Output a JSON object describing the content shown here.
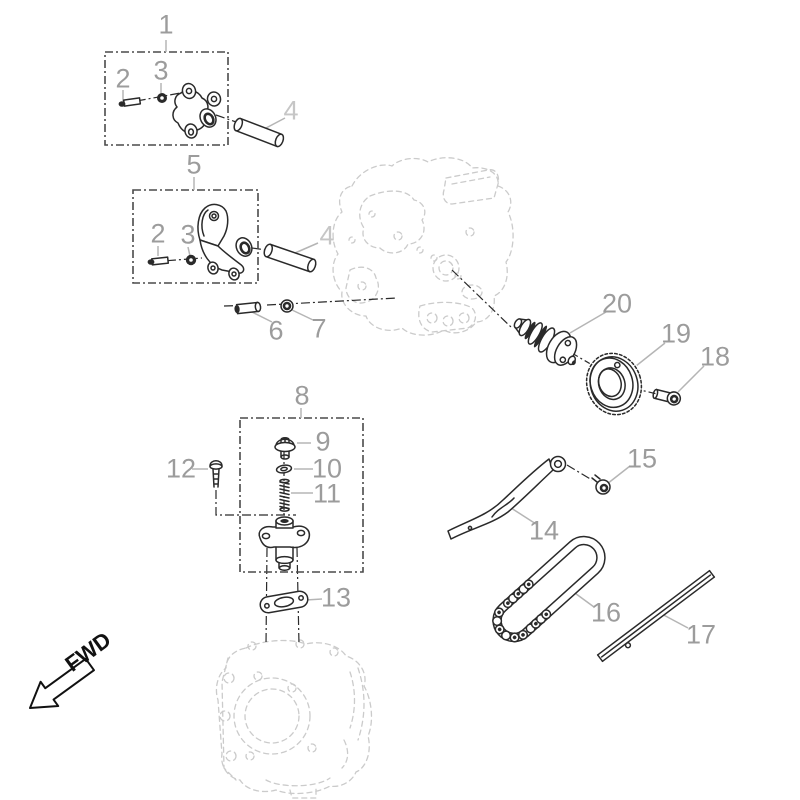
{
  "diagram": {
    "type": "exploded-parts-diagram",
    "fwd_label": "FWD",
    "callouts": {
      "n1": "1",
      "n2a": "2",
      "n3a": "3",
      "n4a": "4",
      "n5": "5",
      "n2b": "2",
      "n3b": "3",
      "n4b": "4",
      "n6": "6",
      "n7": "7",
      "n8": "8",
      "n9": "9",
      "n10": "10",
      "n11": "11",
      "n12": "12",
      "n13": "13",
      "n14": "14",
      "n15": "15",
      "n16": "16",
      "n17": "17",
      "n18": "18",
      "n19": "19",
      "n20": "20"
    },
    "colors": {
      "background": "#ffffff",
      "callout": "#9c9c9c",
      "callout_light": "#c6c6c6",
      "part_line": "#2a2a2a",
      "ghost_line": "#cbcbcb",
      "leader_line": "#b5b5b5",
      "group_box_line": "#4a4a4a"
    }
  }
}
